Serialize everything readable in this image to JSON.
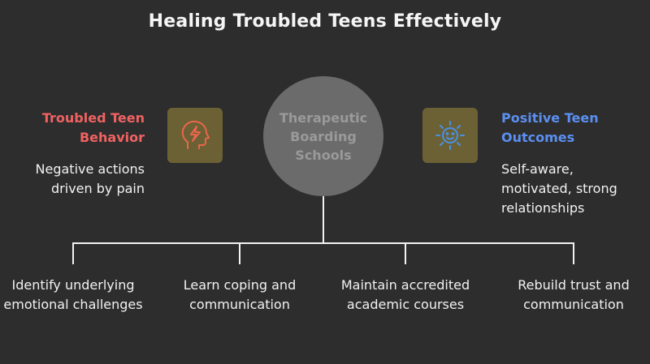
{
  "title": "Healing Troubled Teens Effectively",
  "center": {
    "label": "Therapeutic Boarding Schools"
  },
  "left": {
    "heading": "Troubled Teen Behavior",
    "description": "Negative actions driven by pain",
    "icon": "head-lightning-icon"
  },
  "right": {
    "heading": "Positive Teen Outcomes",
    "description": "Self-aware, motivated, strong relationships",
    "icon": "smiling-sun-icon"
  },
  "branches": [
    "Identify underlying emotional challenges",
    "Learn coping and communication",
    "Maintain accredited academic courses",
    "Rebuild trust and communication"
  ],
  "colors": {
    "background": "#2d2d2d",
    "negative_heading": "#f06262",
    "positive_heading": "#5b8ff0",
    "icon_box": "#6c6134",
    "icon_stroke_left": "#e8664c",
    "icon_stroke_right": "#4a90e2",
    "center_circle": "#6b6b6b",
    "center_text": "#9a9a9a",
    "connector": "#f2f2f2"
  }
}
